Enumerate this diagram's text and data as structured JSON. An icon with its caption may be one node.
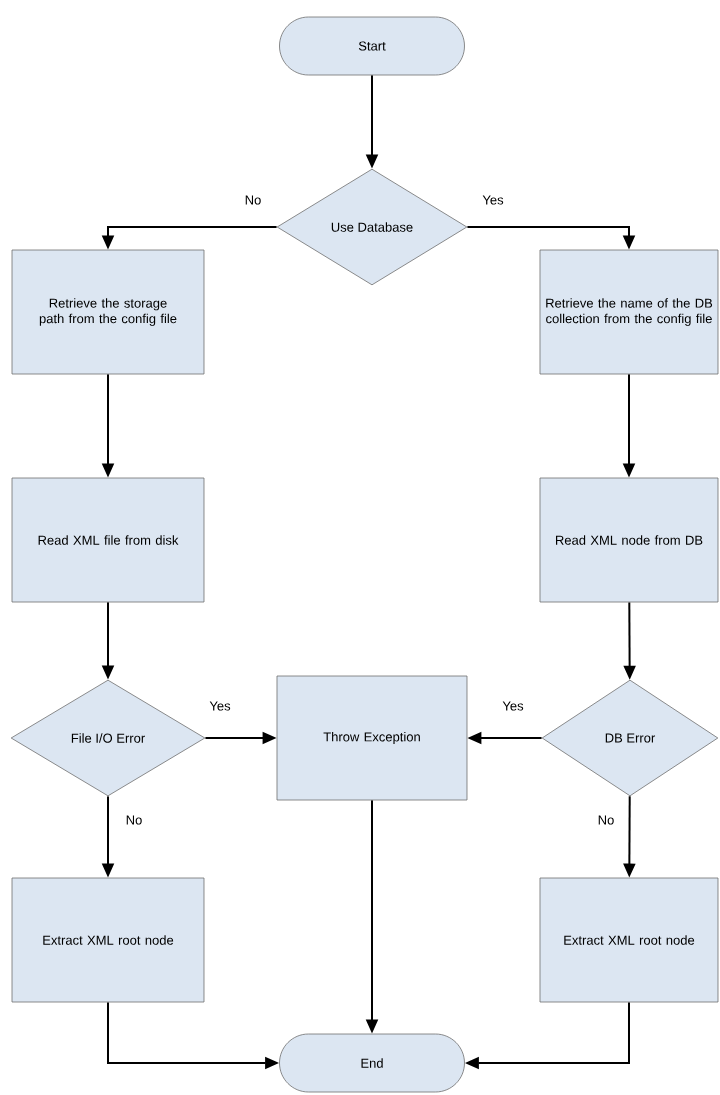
{
  "diagram": {
    "nodes": [
      {
        "text": [
          "Start"
        ]
      },
      {
        "text": [
          "Use Database"
        ]
      },
      {
        "text": [
          "Retrieve the storage path from the config file"
        ]
      },
      {
        "text": [
          "Retrieve the name of the DB collection from the config file"
        ]
      },
      {
        "text": [
          "Read XML file from disk"
        ]
      },
      {
        "text": [
          "Read XML node from DB"
        ]
      },
      {
        "text": [
          "File I/O Error"
        ]
      },
      {
        "text": [
          "Throw Exception"
        ]
      },
      {
        "text": [
          "DB Error"
        ]
      },
      {
        "text": [
          "Extract XML root node"
        ]
      },
      {
        "text": [
          "Extract XML root node"
        ]
      },
      {
        "text": [
          "End"
        ]
      }
    ],
    "edges": [
      {
        "from": 0,
        "to": 1,
        "arrow": "to"
      },
      {
        "from": 1,
        "to": 2,
        "arrow": "to",
        "label": "No"
      },
      {
        "from": 1,
        "to": 3,
        "arrow": "to",
        "label": "Yes"
      },
      {
        "from": 2,
        "to": 4,
        "arrow": "to"
      },
      {
        "from": 3,
        "to": 5,
        "arrow": "to"
      },
      {
        "from": 4,
        "to": 6,
        "arrow": "to"
      },
      {
        "from": 5,
        "to": 8,
        "arrow": "to"
      },
      {
        "from": 6,
        "to": 7,
        "arrow": "to",
        "label": "Yes"
      },
      {
        "from": 8,
        "to": 7,
        "arrow": "to",
        "label": "Yes"
      },
      {
        "from": 6,
        "to": 9,
        "arrow": "to",
        "label": "No"
      },
      {
        "from": 8,
        "to": 10,
        "arrow": "to",
        "label": "No"
      },
      {
        "from": 7,
        "to": 11,
        "arrow": "to"
      },
      {
        "from": 9,
        "to": 11,
        "arrow": "to"
      },
      {
        "from": 10,
        "to": 11,
        "arrow": "to"
      }
    ]
  }
}
